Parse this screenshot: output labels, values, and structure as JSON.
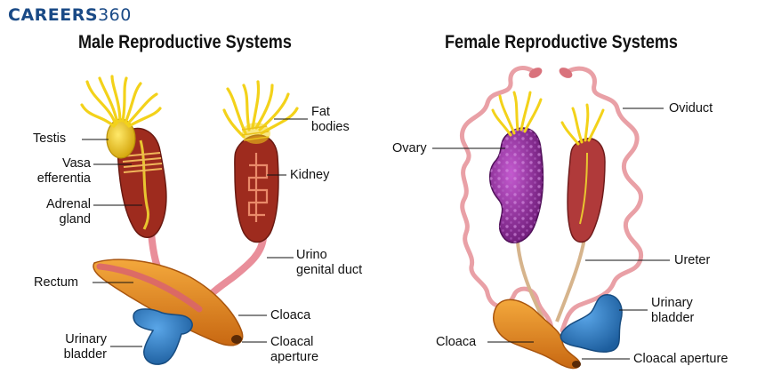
{
  "brand": {
    "part1": "CAREERS",
    "part2": "360"
  },
  "male": {
    "title": "Male Reproductive Systems",
    "labels": {
      "testis": "Testis",
      "vasa_1": "Vasa",
      "vasa_2": "efferentia",
      "adrenal_1": "Adrenal",
      "adrenal_2": "gland",
      "rectum": "Rectum",
      "urinary_1": "Urinary",
      "urinary_2": "bladder",
      "fat_1": "Fat",
      "fat_2": "bodies",
      "kidney": "Kidney",
      "urino_1": "Urino",
      "urino_2": "genital duct",
      "cloaca": "Cloaca",
      "aperture_1": "Cloacal",
      "aperture_2": "aperture"
    }
  },
  "female": {
    "title": "Female Reproductive Systems",
    "labels": {
      "ovary": "Ovary",
      "oviduct": "Oviduct",
      "ureter": "Ureter",
      "urinary_1": "Urinary",
      "urinary_2": "bladder",
      "cloaca": "Cloaca",
      "aperture": "Cloacal aperture"
    }
  },
  "colors": {
    "brand": "#1a4a86",
    "fat_bodies": "#f3d21a",
    "kidney": "#9e2b1e",
    "cloaca": "#e58a1f",
    "bladder": "#2e7fc6",
    "ovary": "#8d2a93",
    "oviduct": "#e9a0a6",
    "ureter": "#d6b48c"
  }
}
